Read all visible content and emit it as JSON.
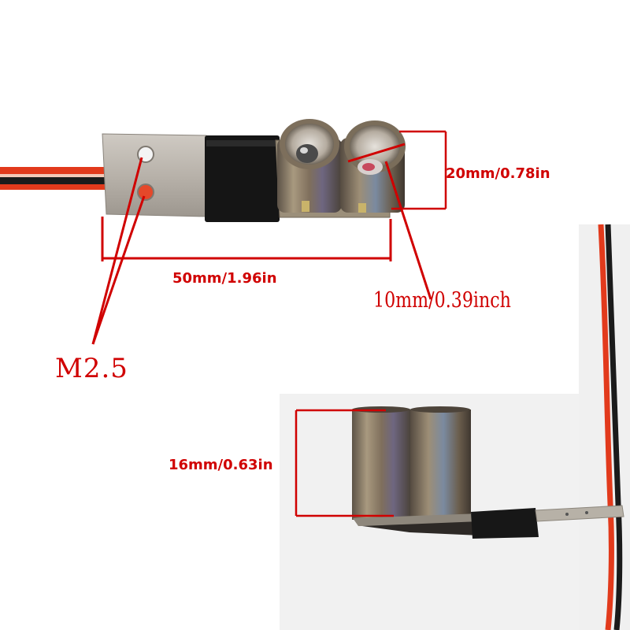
{
  "labels": {
    "length": "50mm/1.96in",
    "width": "20mm/0.78in",
    "tube_diameter": "10mm/0.39inch",
    "hole_size": "M2.5",
    "tube_height": "16mm/0.63in"
  },
  "colors": {
    "annotation": "#d00000",
    "wire_red": "#e23a1c",
    "wire_black": "#1b1b1b",
    "plate": "#b8b2aa",
    "heatshrink": "#151515",
    "tube_metal": "#8f7f6a"
  }
}
